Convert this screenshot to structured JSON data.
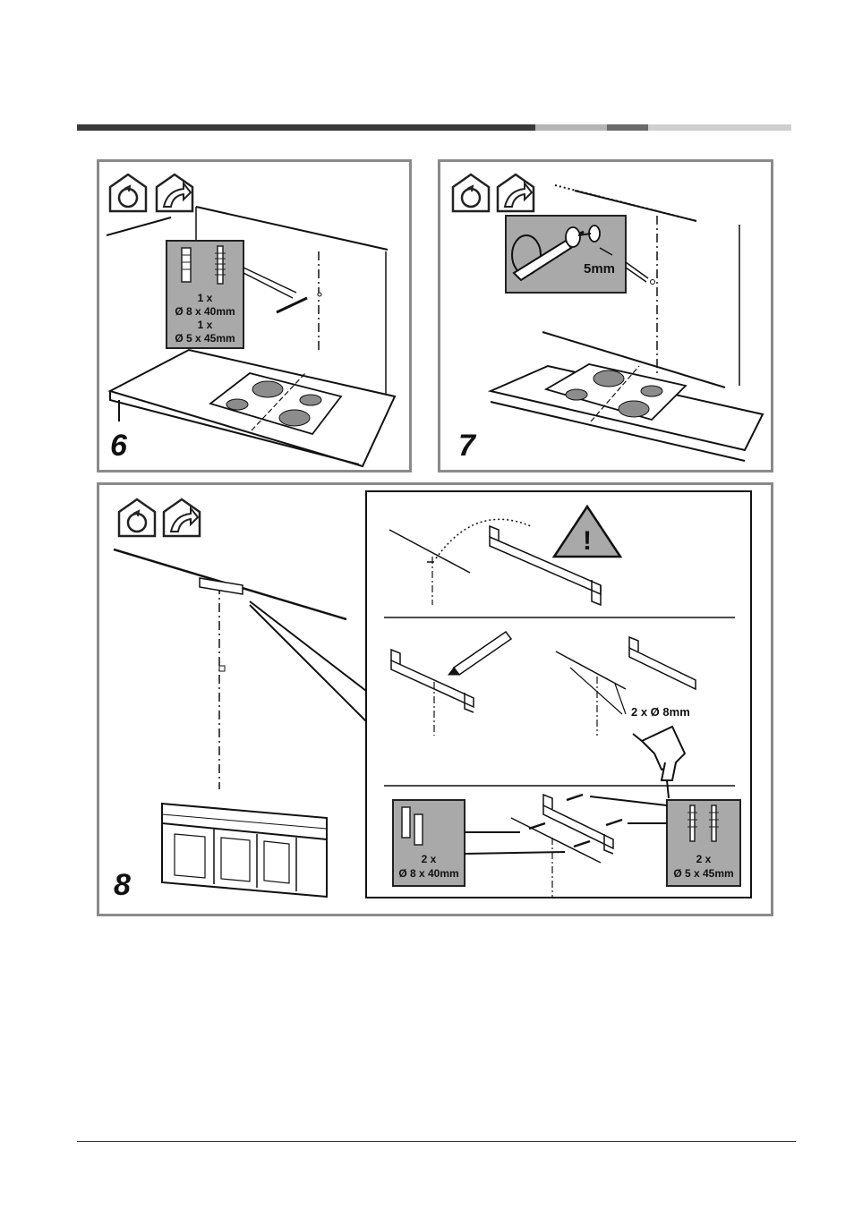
{
  "header_bar": {
    "segments": [
      {
        "color": "#3a3a3a"
      },
      {
        "color": "#b5b5b5"
      },
      {
        "color": "#6a6a6a"
      },
      {
        "color": "#cfcfcf"
      }
    ]
  },
  "icons": {
    "recirculation": "recirculation-house-icon",
    "extraction": "extraction-house-icon",
    "warning": "warning-triangle-icon"
  },
  "step6": {
    "number": "6",
    "fixings": [
      "1 x",
      "Ø 8 x 40mm",
      "1 x",
      "Ø 5 x 45mm"
    ]
  },
  "step7": {
    "number": "7",
    "gap_label": "5mm"
  },
  "step8": {
    "number": "8",
    "drill_label": "2 x Ø 8mm",
    "plugs": [
      "2 x",
      "Ø 8 x 40mm"
    ],
    "screws": [
      "2 x",
      "Ø 5 x 45mm"
    ],
    "warning_mark": "!"
  },
  "colors": {
    "panel_border": "#8a8a8a",
    "inset_fill": "#a9a9a9",
    "hob_zone": "#8c8c8c"
  }
}
